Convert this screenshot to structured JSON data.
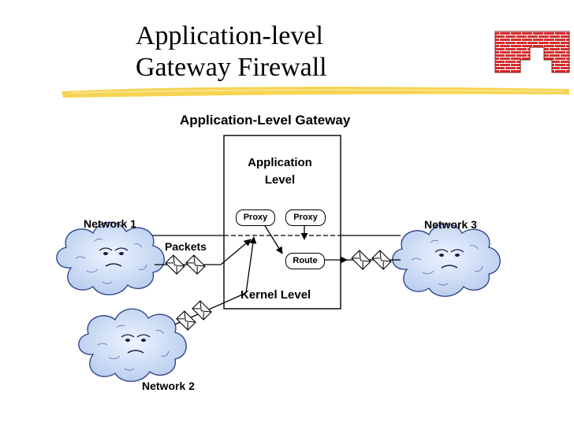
{
  "title": {
    "line1": "Application-level",
    "line2": "Gateway Firewall"
  },
  "diagram": {
    "gateway_title": "Application-Level Gateway",
    "application_level": {
      "line1": "Application",
      "line2": "Level"
    },
    "kernel_level": "Kernel Level",
    "proxy_left": "Proxy",
    "proxy_right": "Proxy",
    "route": "Route",
    "packets": "Packets",
    "network1": "Network 1",
    "network2": "Network 2",
    "network3": "Network 3"
  },
  "colors": {
    "brick": "#cc2a2a",
    "highlighter": "#f6d24a",
    "cloud": "#c9daf3",
    "cloud_outline": "#2a3c86"
  }
}
